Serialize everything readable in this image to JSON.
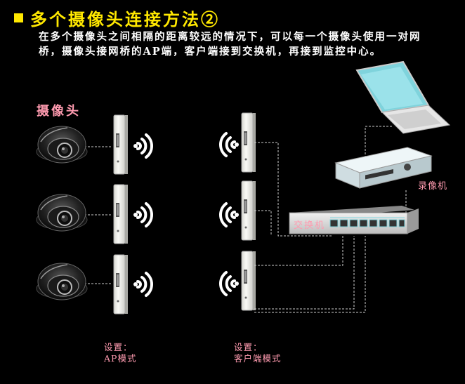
{
  "title": "多个摄像头连接方法②",
  "description": "在多个摄像头之间相隔的距离较远的情况下，可以每一个摄像头使用一对网桥，摄像头接网桥的AP端，客户端接到交换机，再接到监控中心。",
  "labels": {
    "cameras": "摄像头",
    "switch": "交换机",
    "dvr": "录像机",
    "ap_setting_line1": "设置：",
    "ap_setting_line2": "AP模式",
    "client_setting_line1": "设置：",
    "client_setting_line2": "客户端模式"
  },
  "colors": {
    "title": "#FFE800",
    "label": "#FF9BB0",
    "text": "#FFFFFF",
    "laptop_screen": "#7FD3DC",
    "device_body": "#F2F2EE",
    "wire": "#CCCCCC"
  },
  "icons": [
    "camera-dome-icon",
    "bridge-ap-icon",
    "wifi-signal-icon",
    "bridge-client-icon",
    "switch-icon",
    "dvr-icon",
    "laptop-icon"
  ]
}
